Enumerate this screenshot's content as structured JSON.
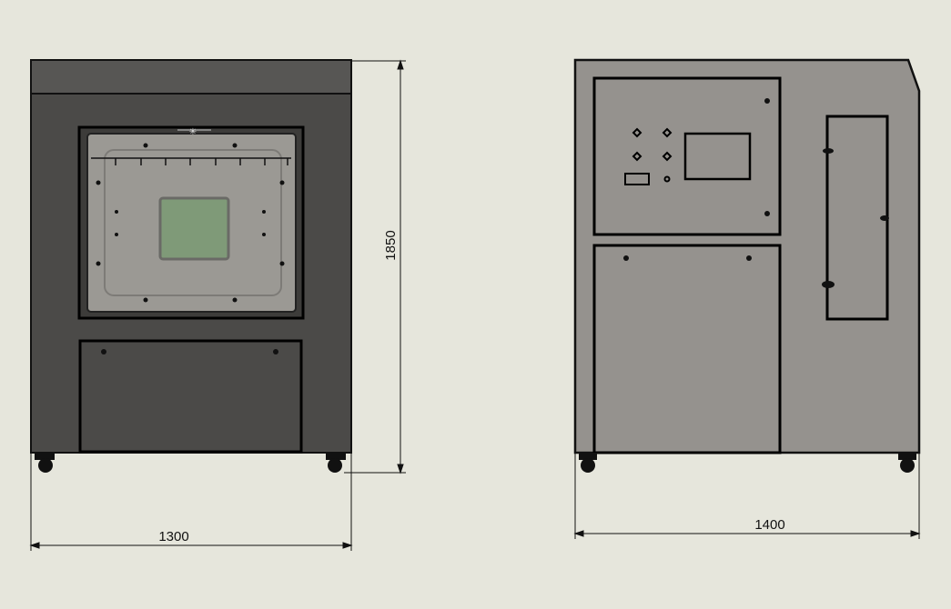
{
  "drawing": {
    "front_view": {
      "width_dimension": "1300",
      "height_dimension": "1850"
    },
    "side_view": {
      "width_dimension": "1400"
    }
  },
  "colors": {
    "background": "#e6e6dc",
    "front_cabinet": "#4b4a48",
    "front_top": "#575654",
    "window_glass": "#9b9994",
    "screen": "#7f9a78",
    "side_cabinet": "#95928e"
  }
}
